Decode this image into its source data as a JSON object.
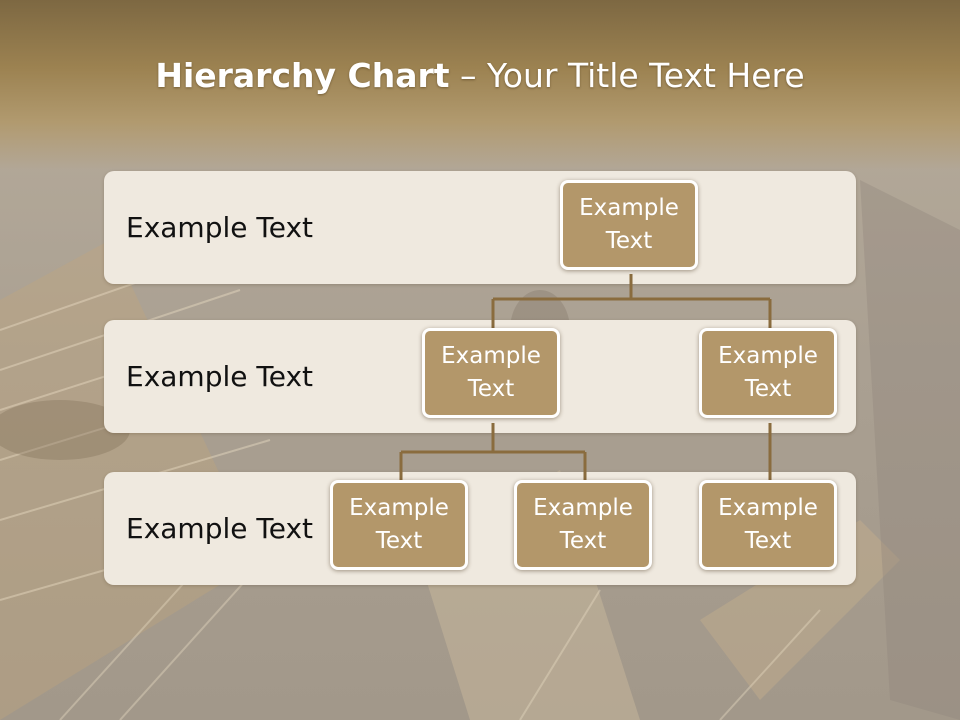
{
  "title": {
    "bold": "Hierarchy Chart",
    "rest": " – Your Title Text Here"
  },
  "levels": [
    {
      "label": "Example Text"
    },
    {
      "label": "Example Text"
    },
    {
      "label": "Example Text"
    }
  ],
  "nodes": {
    "root": "Example Text",
    "level2_left": "Example Text",
    "level2_right": "Example Text",
    "level3_left": "Example Text",
    "level3_middle": "Example Text",
    "level3_right": "Example Text"
  },
  "colors": {
    "node_fill": "#b3976a",
    "connector": "#8a6c3e",
    "band_fill": "#efe9df",
    "title_band": "#8b7148"
  }
}
